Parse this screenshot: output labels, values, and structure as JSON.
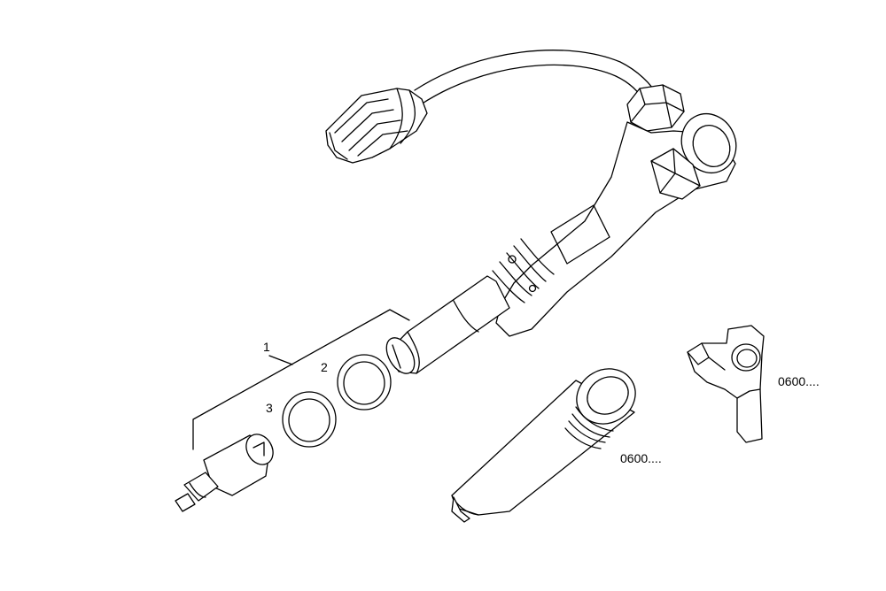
{
  "labels": {
    "item_1": "1",
    "item_2": "2",
    "item_3": "3",
    "ref_sleeve": "0600....",
    "ref_clamp": "0600...."
  },
  "colors": {
    "line": "#000000",
    "background": "#ffffff"
  }
}
